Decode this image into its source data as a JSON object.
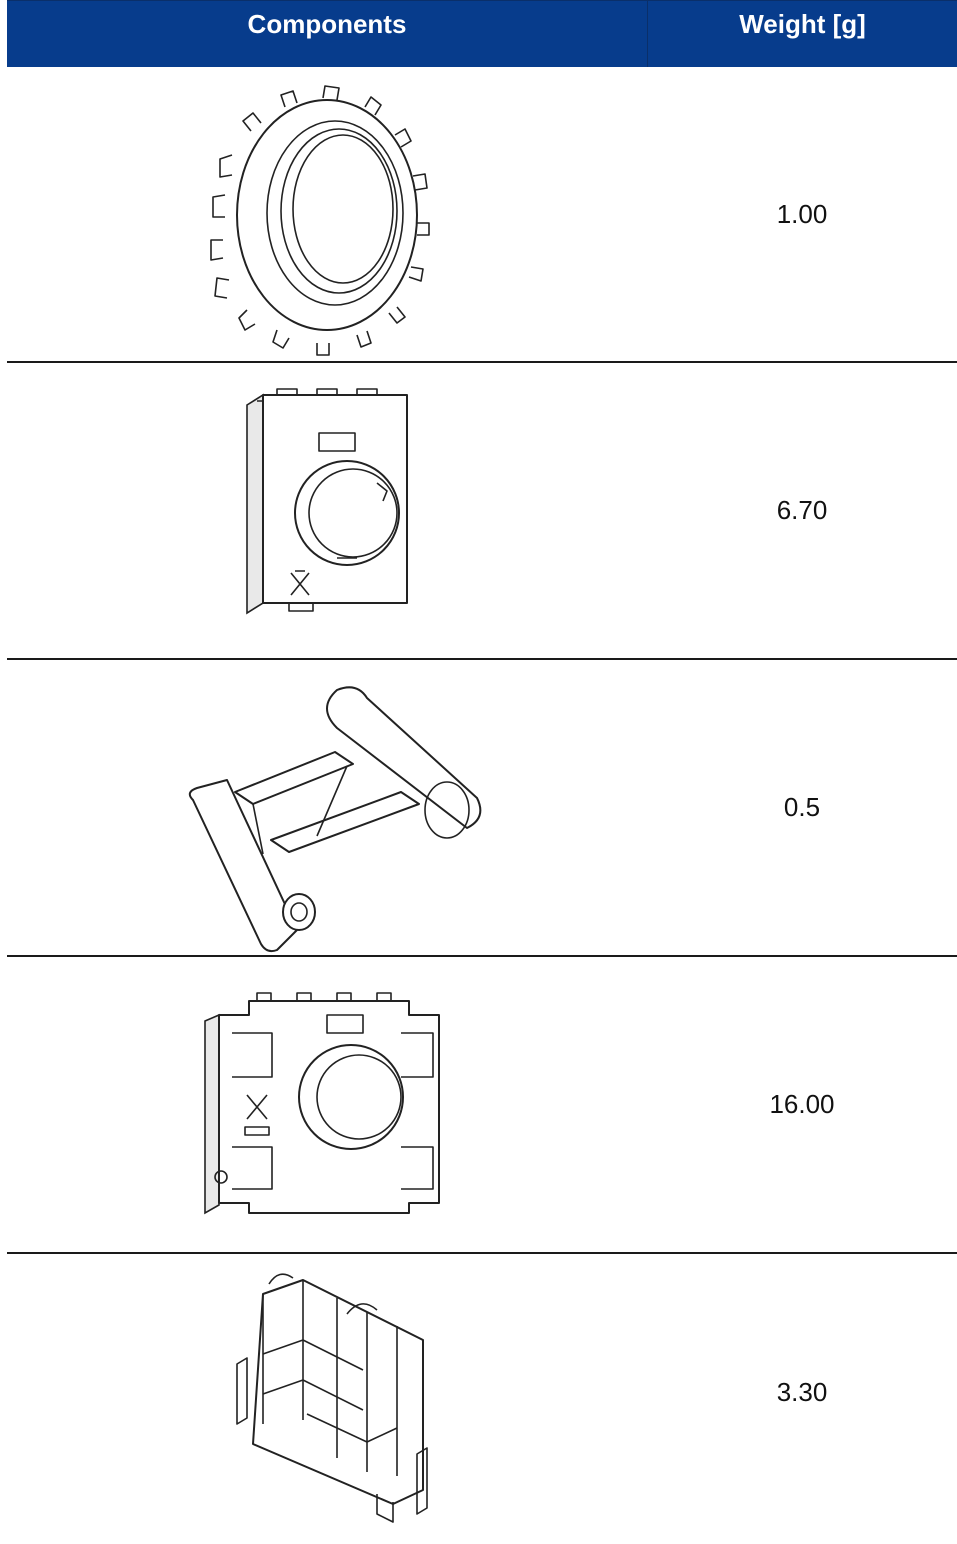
{
  "table": {
    "headers": {
      "components": "Components",
      "weight": "Weight [g]"
    },
    "rows": [
      {
        "component_icon": "ring-nut-icon",
        "weight": "1.00"
      },
      {
        "component_icon": "front-frame-small-icon",
        "weight": "6.70"
      },
      {
        "component_icon": "hinge-clip-icon",
        "weight": "0.5"
      },
      {
        "component_icon": "mounting-frame-large-icon",
        "weight": "16.00"
      },
      {
        "component_icon": "contact-block-holder-icon",
        "weight": "3.30"
      }
    ]
  },
  "colors": {
    "header_bg": "#073c8c",
    "header_text": "#ffffff",
    "rule": "#1a1a1a"
  }
}
